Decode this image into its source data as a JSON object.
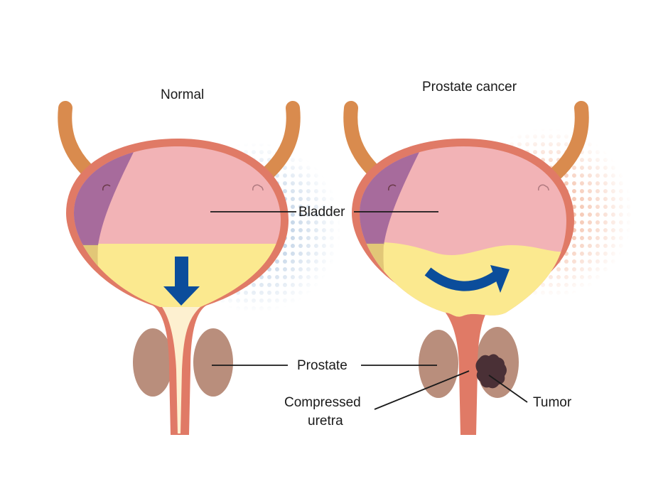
{
  "titles": {
    "normal": "Normal",
    "cancer": "Prostate cancer"
  },
  "labels": {
    "bladder": "Bladder",
    "prostate": "Prostate",
    "compressed_line1": "Compressed",
    "compressed_line2": "uretra",
    "tumor": "Tumor"
  },
  "colors": {
    "wall": "#e07a66",
    "pink": "#f2b3b6",
    "yellow": "#fbe98f",
    "purple": "#9a5e98",
    "ureter": "#d98b4e",
    "prostate": "#b98e7c",
    "arrow": "#0b4d9b",
    "tumor": "#4a3036",
    "dots_left": "#c5d6e8",
    "dots_right": "#f6cbb8"
  }
}
